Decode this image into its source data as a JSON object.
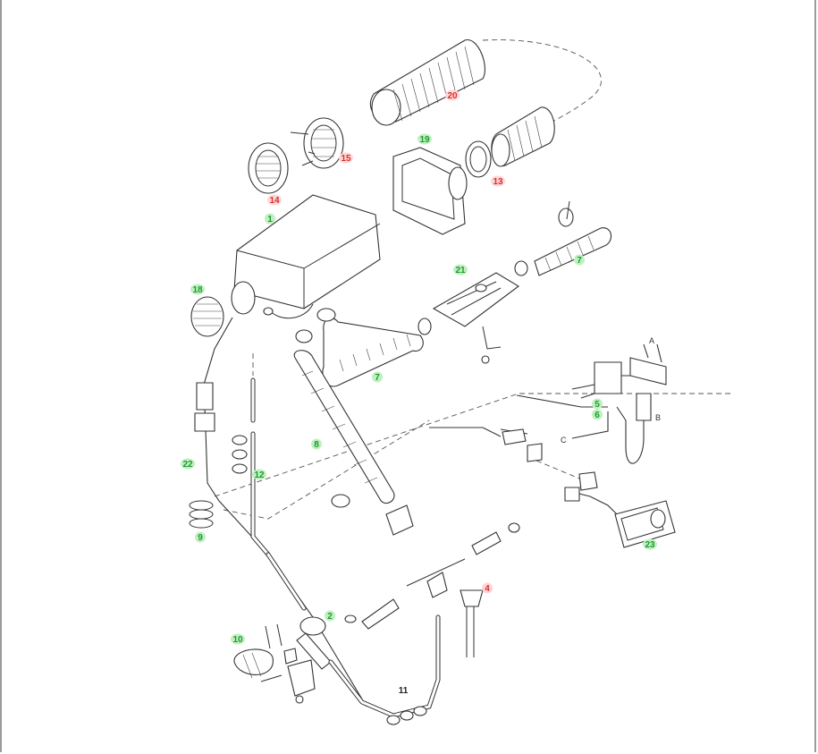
{
  "callouts": [
    {
      "id": "c1",
      "text": "1",
      "color": "#1f9a2b"
    },
    {
      "id": "c2",
      "text": "2",
      "color": "#1f9a2b"
    },
    {
      "id": "c4",
      "text": "4",
      "color": "#d93030"
    },
    {
      "id": "c5",
      "text": "5",
      "color": "#1f9a2b"
    },
    {
      "id": "c6",
      "text": "6",
      "color": "#1f9a2b"
    },
    {
      "id": "c7a",
      "text": "7",
      "color": "#1f9a2b"
    },
    {
      "id": "c7b",
      "text": "7",
      "color": "#1f9a2b"
    },
    {
      "id": "c8",
      "text": "8",
      "color": "#1f9a2b"
    },
    {
      "id": "c9",
      "text": "9",
      "color": "#1f9a2b"
    },
    {
      "id": "c10",
      "text": "10",
      "color": "#1f9a2b"
    },
    {
      "id": "c11",
      "text": "11",
      "color": "#222222"
    },
    {
      "id": "c12",
      "text": "12",
      "color": "#1f9a2b"
    },
    {
      "id": "c13",
      "text": "13",
      "color": "#d93030"
    },
    {
      "id": "c14",
      "text": "14",
      "color": "#d93030"
    },
    {
      "id": "c15",
      "text": "15",
      "color": "#d93030"
    },
    {
      "id": "c18",
      "text": "18",
      "color": "#1f9a2b"
    },
    {
      "id": "c19",
      "text": "19",
      "color": "#1f9a2b"
    },
    {
      "id": "c20",
      "text": "20",
      "color": "#d93030"
    },
    {
      "id": "c21",
      "text": "21",
      "color": "#1f9a2b"
    },
    {
      "id": "c22",
      "text": "22",
      "color": "#1f9a2b"
    },
    {
      "id": "c23",
      "text": "23",
      "color": "#1f9a2b"
    }
  ],
  "wire_labels": {
    "a": "A",
    "b": "B",
    "c": "C"
  }
}
